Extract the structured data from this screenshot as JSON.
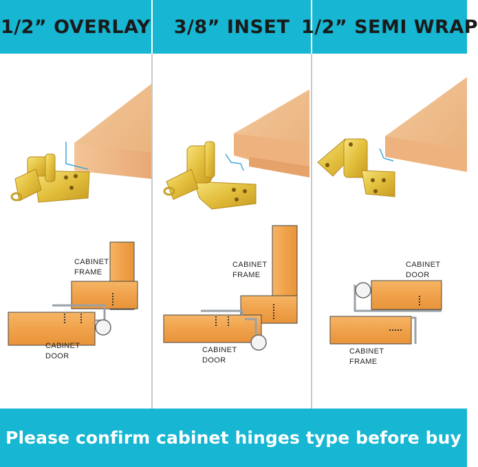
{
  "headers": [
    "1/2” OVERLAY",
    "3/8” INSET",
    "1/2” SEMI WRAP"
  ],
  "panels": [
    {
      "label_a_line1": "CABINET",
      "label_a_line2": "FRAME",
      "label_b_line1": "CABINET",
      "label_b_line2": "DOOR"
    },
    {
      "label_a_line1": "CABINET",
      "label_a_line2": "FRAME",
      "label_b_line1": "CABINET",
      "label_b_line2": "DOOR"
    },
    {
      "label_a_line1": "CABINET",
      "label_a_line2": "DOOR",
      "label_b_line1": "CABINET",
      "label_b_line2": "FRAME"
    }
  ],
  "footer": {
    "text": "Please confirm cabinet hinges type before buy"
  },
  "colors": {
    "banner": "#17b6d2",
    "wood": "#f2a85a",
    "brass": "#e7c542"
  }
}
